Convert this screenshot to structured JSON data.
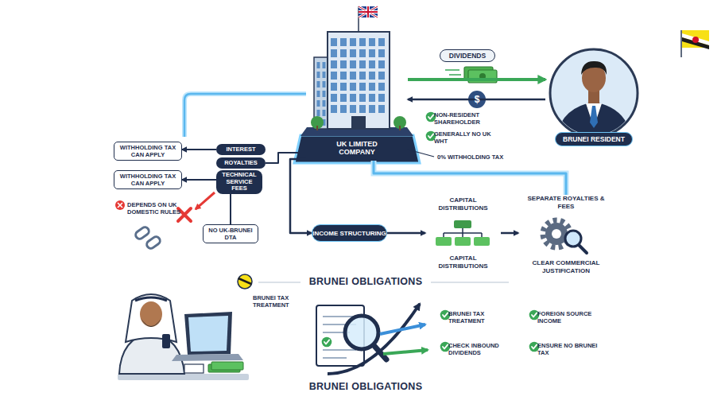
{
  "diagram": {
    "nodes": [
      {
        "text": [
          "UK LIMITED COMPANY"
        ]
      },
      {
        "text": [
          "BRUNEI RESIDENT"
        ]
      },
      {
        "text": [
          "INTEREST"
        ]
      },
      {
        "text": [
          "ROYALTIES"
        ]
      },
      {
        "text": [
          "TECHNICAL SERVICE FEES"
        ]
      },
      {
        "text": [
          "WITHHOLDING TAX CAN APPLY"
        ]
      },
      {
        "text": [
          "WITHHOLDING TAX CAN APPLY"
        ]
      },
      {
        "text": [
          "NO UK-BRUNEI DTA"
        ]
      },
      {
        "text": [
          "INCOME STRUCTURING"
        ]
      },
      {
        "text": [
          "CAPITAL DISTRIBUTIONS",
          "CAPITAL DISTRIBUTIONS"
        ]
      },
      {
        "text": [
          "SEPARATE ROYALTIES & FEES",
          "CLEAR COMMERCIAL JUSTIFICATION"
        ]
      }
    ],
    "edges": [
      {
        "from": 0,
        "to": 1,
        "arrow": "to",
        "label": "DIVIDENDS"
      },
      {
        "from": 1,
        "to": 0,
        "arrow": "to"
      },
      {
        "from": 0,
        "to": 3,
        "arrow": "none"
      },
      {
        "from": 2,
        "to": 5,
        "arrow": "to"
      },
      {
        "from": 4,
        "to": 6,
        "arrow": "to"
      },
      {
        "from": 4,
        "to": 7,
        "arrow": "none"
      },
      {
        "from": 0,
        "to": 8,
        "arrow": "to"
      },
      {
        "from": 8,
        "to": 9,
        "arrow": "to"
      },
      {
        "from": 9,
        "to": 10,
        "arrow": "to"
      },
      {
        "from": 0,
        "to": 10,
        "arrow": "none"
      }
    ],
    "labels": [
      "$",
      "NON-RESIDENT SHAREHOLDER",
      "GENERALLY NO UK WHT",
      "0% WITHHOLDING TAX",
      "DEPENDS ON UK DOMESTIC RULES",
      "BRUNEI OBLIGATIONS",
      "BRUNEI TAX TREATMENT",
      "BRUNEI TAX TREATMENT",
      "FOREIGN SOURCE INCOME",
      "CHECK INBOUND DIVIDENDS",
      "ENSURE NO BRUNEI TAX",
      "BRUNEI OBLIGATIONS"
    ]
  }
}
